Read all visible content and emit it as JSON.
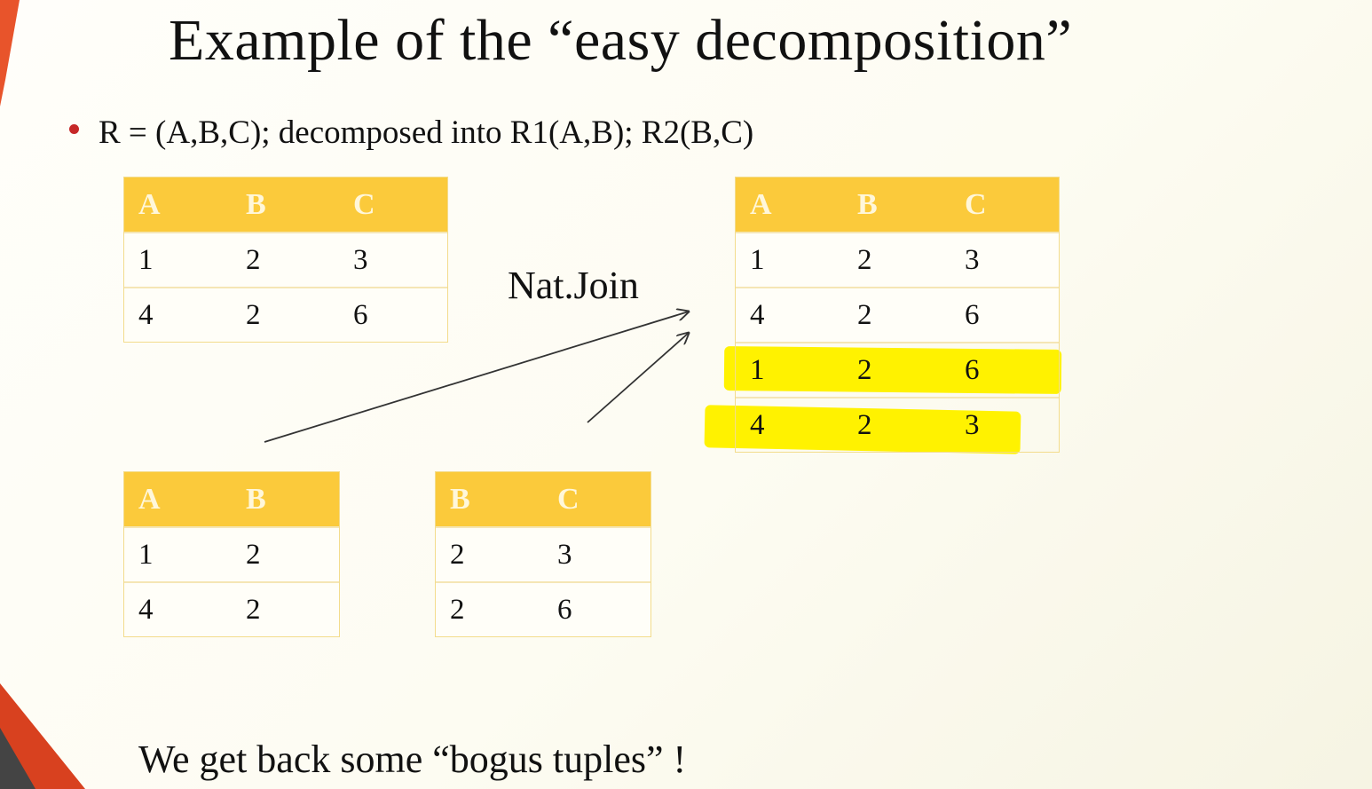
{
  "slide": {
    "title": "Example of the “easy decomposition”",
    "bullet": "R = (A,B,C); decomposed into R1(A,B); R2(B,C)",
    "join_label": "Nat.Join",
    "conclusion": "We get back some “bogus tuples” !"
  },
  "tables": {
    "original": {
      "headers": [
        "A",
        "B",
        "C"
      ],
      "rows": [
        [
          "1",
          "2",
          "3"
        ],
        [
          "4",
          "2",
          "6"
        ]
      ]
    },
    "joined": {
      "headers": [
        "A",
        "B",
        "C"
      ],
      "rows": [
        [
          "1",
          "2",
          "3"
        ],
        [
          "4",
          "2",
          "6"
        ],
        [
          "1",
          "2",
          "6"
        ],
        [
          "4",
          "2",
          "3"
        ]
      ],
      "highlighted_rows": [
        2,
        3
      ]
    },
    "r1": {
      "headers": [
        "A",
        "B"
      ],
      "rows": [
        [
          "1",
          "2"
        ],
        [
          "4",
          "2"
        ]
      ]
    },
    "r2": {
      "headers": [
        "B",
        "C"
      ],
      "rows": [
        [
          "2",
          "3"
        ],
        [
          "2",
          "6"
        ]
      ]
    }
  },
  "colors": {
    "header": "#fbca3b",
    "highlight": "#fff200",
    "bullet": "#c62828",
    "accent": "#e8542b"
  }
}
